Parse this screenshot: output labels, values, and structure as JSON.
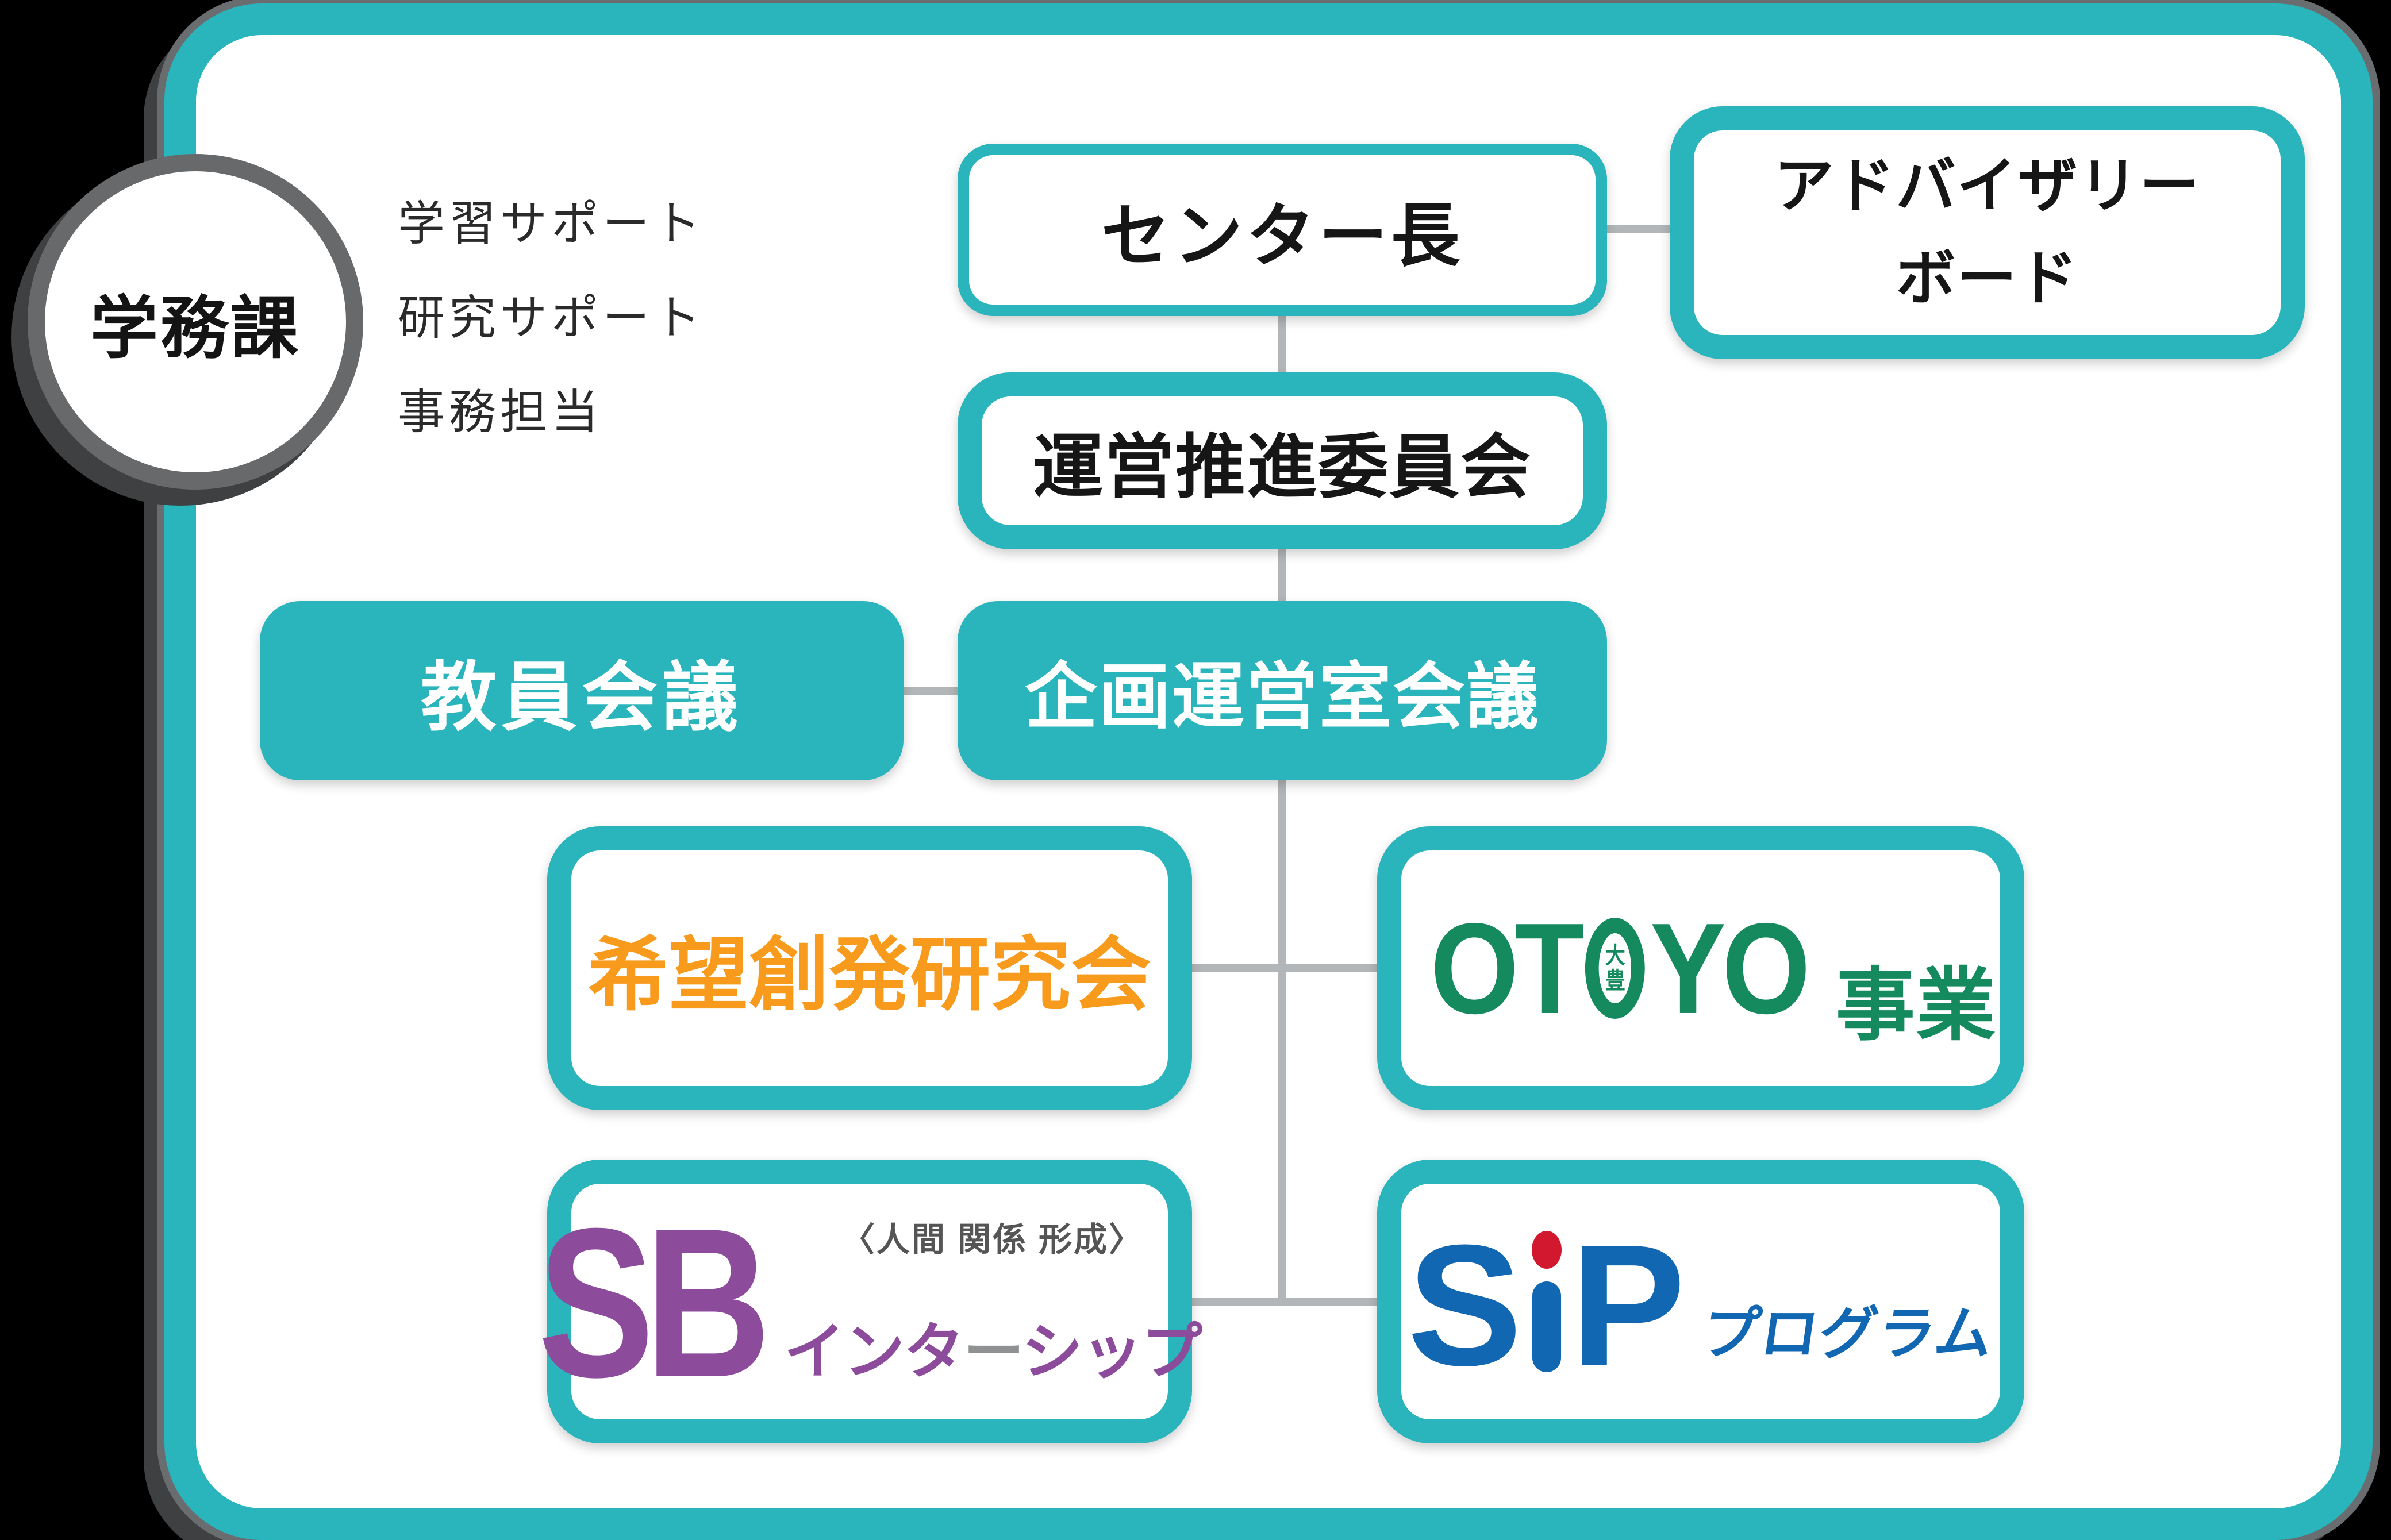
{
  "colors": {
    "accent_teal": "#2ab4bb",
    "connector_gray": "#b3b6b8",
    "circle_ring_gray": "#67696b",
    "shadow_dark": "#3e4041",
    "kibo_orange": "#f89b1c",
    "otoyo_green": "#148a5e",
    "sb_purple": "#8d4b9c",
    "sip_blue": "#1167b1",
    "sip_dot_red": "#d2182f",
    "caption_gray": "#555555"
  },
  "badge": {
    "label": "学務課"
  },
  "support": {
    "items": [
      {
        "label": "学習サポート"
      },
      {
        "label": "研究サポート"
      },
      {
        "label": "事務担当"
      }
    ]
  },
  "nodes": {
    "director": {
      "label": "センター長"
    },
    "advisory": {
      "line1": "アドバイザリー",
      "line2": "ボード"
    },
    "committee": {
      "label": "運営推進委員会"
    },
    "faculty": {
      "label": "教員会議"
    },
    "planning": {
      "label": "企画運営室会議"
    },
    "kibo": {
      "label": "希望創発研究会"
    },
    "otoyo": {
      "prefix": "OT",
      "o_inner_top": "大",
      "o_inner_bottom": "豊",
      "suffix_letters": "YO",
      "suffix": "事業"
    },
    "sb": {
      "caption": "〈人間 関係 形成〉",
      "main": "SB",
      "katakana_pre": "インタ",
      "katakana_dash": "ー",
      "katakana_post": "シップ"
    },
    "sip": {
      "s": "S",
      "p": "P",
      "suffix": "プログラム"
    }
  }
}
